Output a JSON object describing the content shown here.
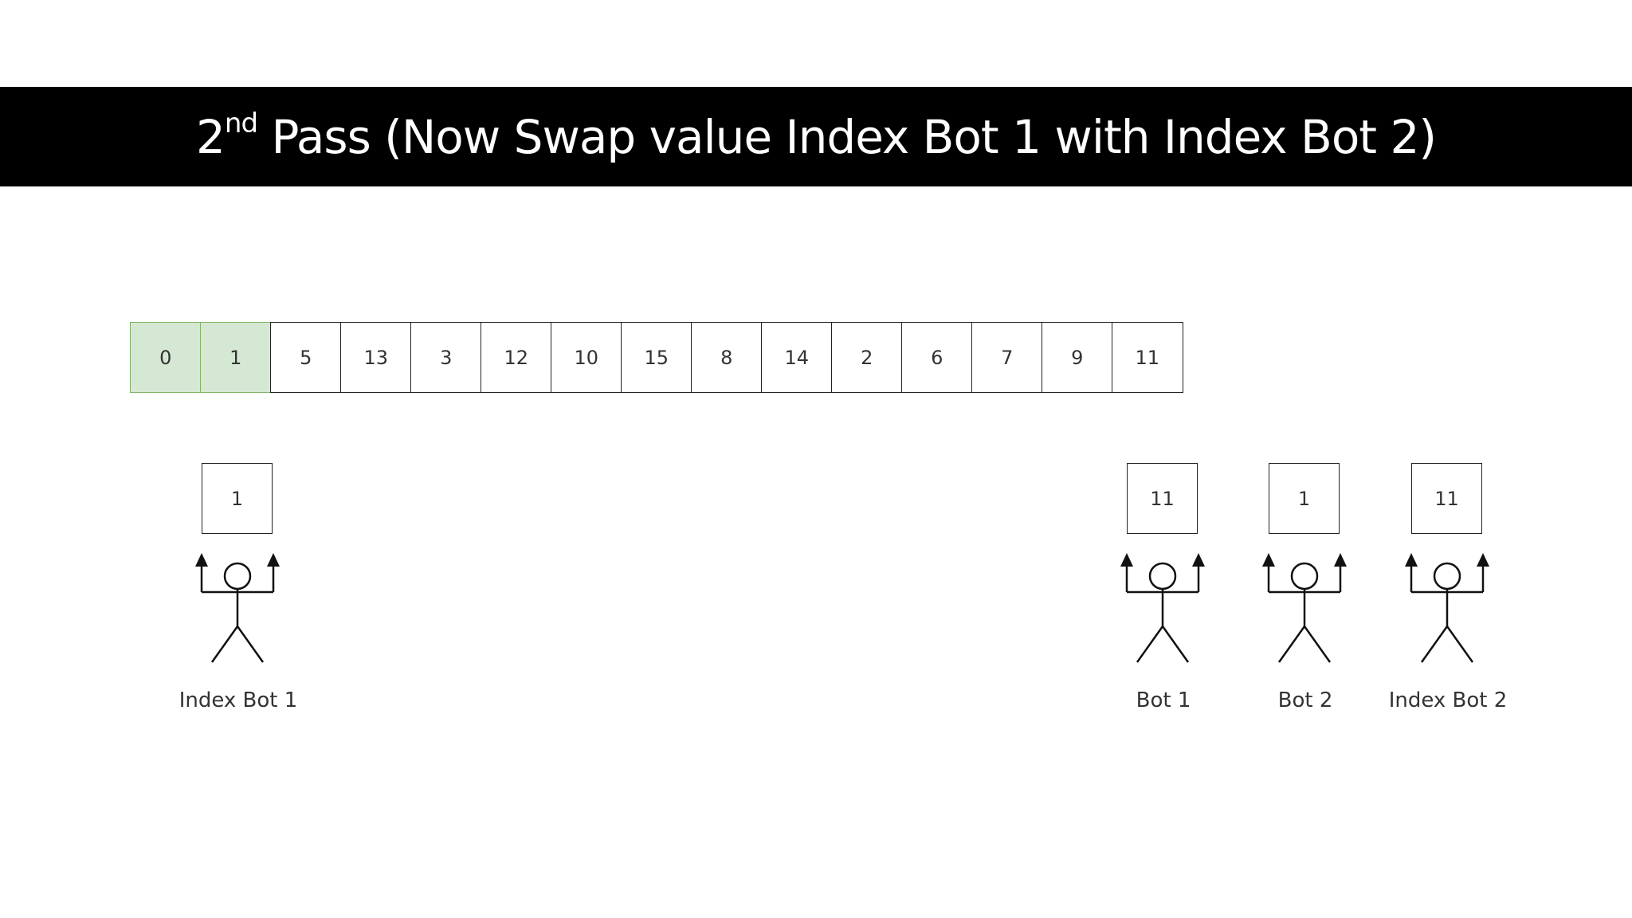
{
  "title": {
    "prefix": "2",
    "superscript": "nd",
    "suffix": " Pass (Now Swap value Index Bot 1 with Index Bot 2)"
  },
  "array": [
    {
      "value": "0",
      "sorted": true
    },
    {
      "value": "1",
      "sorted": true
    },
    {
      "value": "5",
      "sorted": false
    },
    {
      "value": "13",
      "sorted": false
    },
    {
      "value": "3",
      "sorted": false
    },
    {
      "value": "12",
      "sorted": false
    },
    {
      "value": "10",
      "sorted": false
    },
    {
      "value": "15",
      "sorted": false
    },
    {
      "value": "8",
      "sorted": false
    },
    {
      "value": "14",
      "sorted": false
    },
    {
      "value": "2",
      "sorted": false
    },
    {
      "value": "6",
      "sorted": false
    },
    {
      "value": "7",
      "sorted": false
    },
    {
      "value": "9",
      "sorted": false
    },
    {
      "value": "11",
      "sorted": false
    }
  ],
  "bots": [
    {
      "label": "Index Bot 1",
      "holding": "1"
    },
    {
      "label": "Bot 1",
      "holding": "11"
    },
    {
      "label": "Bot 2",
      "holding": "1"
    },
    {
      "label": "Index Bot 2",
      "holding": "11"
    }
  ],
  "colors": {
    "sorted_fill": "#d5e8d4",
    "sorted_border": "#82b366",
    "title_bar": "#000000"
  }
}
